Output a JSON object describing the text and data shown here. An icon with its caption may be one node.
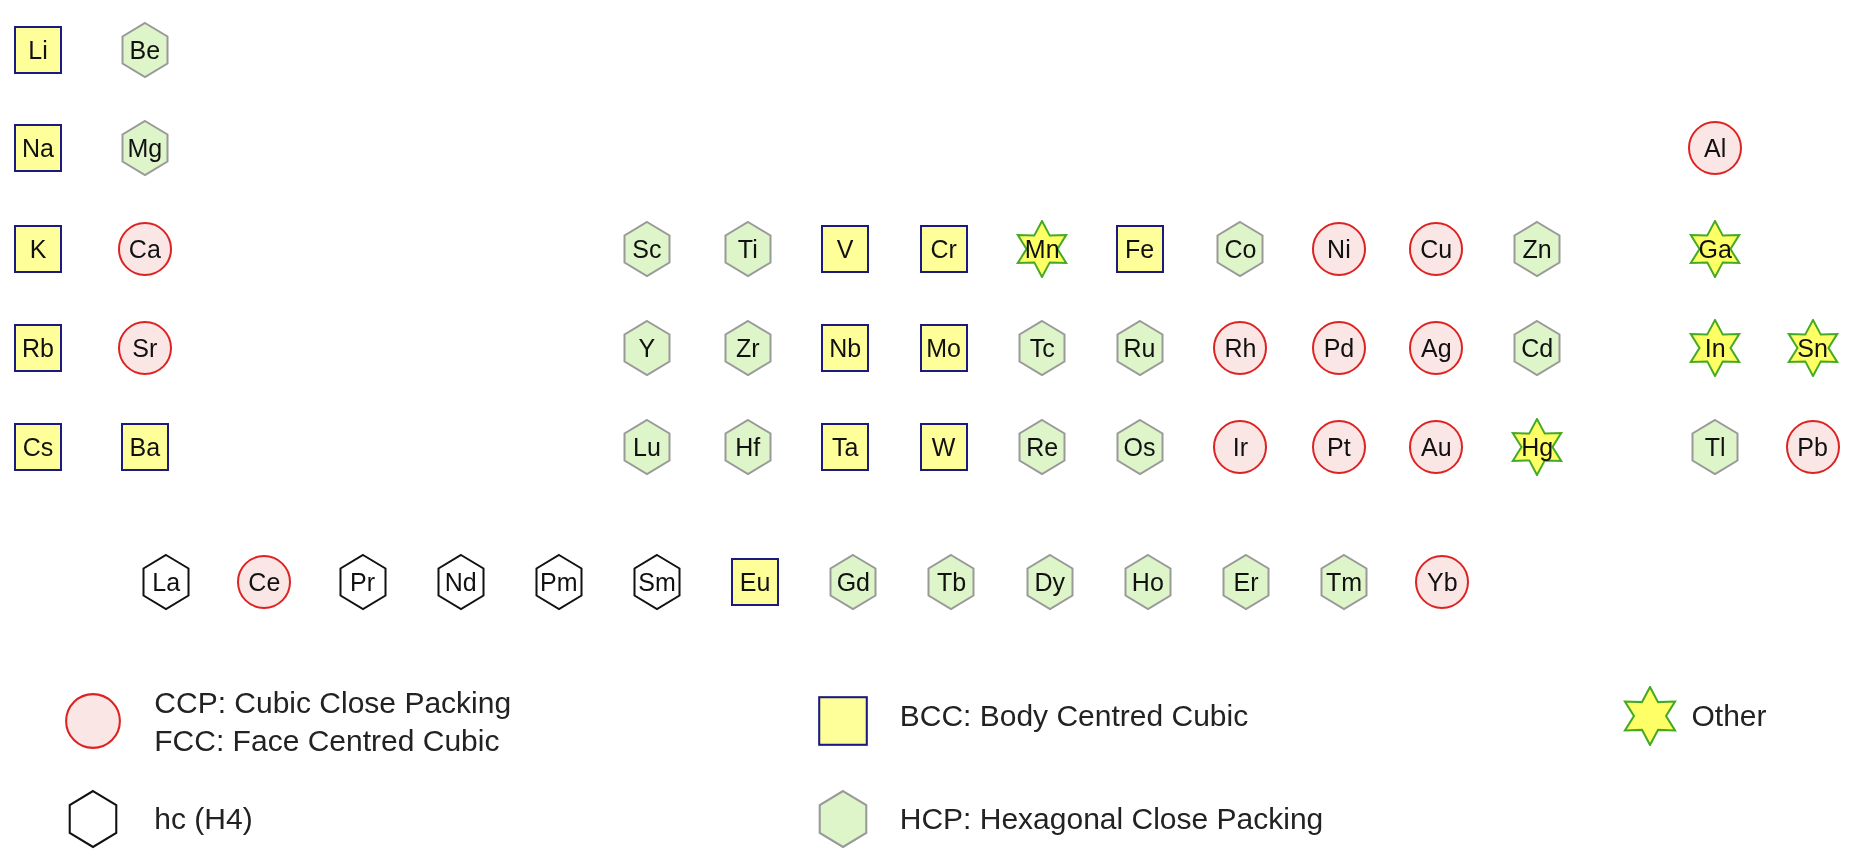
{
  "diagram": {
    "nodes": [
      {
        "text": [
          "Li"
        ]
      },
      {
        "text": [
          "Be"
        ]
      },
      {
        "text": [
          "Na"
        ]
      },
      {
        "text": [
          "Mg"
        ]
      },
      {
        "text": [
          "Al"
        ]
      },
      {
        "text": [
          "K"
        ]
      },
      {
        "text": [
          "Ca"
        ]
      },
      {
        "text": [
          "Sc"
        ]
      },
      {
        "text": [
          "Ti"
        ]
      },
      {
        "text": [
          "V"
        ]
      },
      {
        "text": [
          "Cr"
        ]
      },
      {
        "text": [
          "Mn"
        ]
      },
      {
        "text": [
          "Fe"
        ]
      },
      {
        "text": [
          "Co"
        ]
      },
      {
        "text": [
          "Ni"
        ]
      },
      {
        "text": [
          "Cu"
        ]
      },
      {
        "text": [
          "Zn"
        ]
      },
      {
        "text": [
          "Ga"
        ]
      },
      {
        "text": [
          "Rb"
        ]
      },
      {
        "text": [
          "Sr"
        ]
      },
      {
        "text": [
          "Y"
        ]
      },
      {
        "text": [
          "Zr"
        ]
      },
      {
        "text": [
          "Nb"
        ]
      },
      {
        "text": [
          "Mo"
        ]
      },
      {
        "text": [
          "Tc"
        ]
      },
      {
        "text": [
          "Ru"
        ]
      },
      {
        "text": [
          "Rh"
        ]
      },
      {
        "text": [
          "Pd"
        ]
      },
      {
        "text": [
          "Ag"
        ]
      },
      {
        "text": [
          "Cd"
        ]
      },
      {
        "text": [
          "In"
        ]
      },
      {
        "text": [
          "Sn"
        ]
      },
      {
        "text": [
          "Cs"
        ]
      },
      {
        "text": [
          "Ba"
        ]
      },
      {
        "text": [
          "Lu"
        ]
      },
      {
        "text": [
          "Hf"
        ]
      },
      {
        "text": [
          "Ta"
        ]
      },
      {
        "text": [
          "W"
        ]
      },
      {
        "text": [
          "Re"
        ]
      },
      {
        "text": [
          "Os"
        ]
      },
      {
        "text": [
          "Ir"
        ]
      },
      {
        "text": [
          "Pt"
        ]
      },
      {
        "text": [
          "Au"
        ]
      },
      {
        "text": [
          "Hg"
        ]
      },
      {
        "text": [
          "Tl"
        ]
      },
      {
        "text": [
          "Pb"
        ]
      },
      {
        "text": [
          "La"
        ]
      },
      {
        "text": [
          "Ce"
        ]
      },
      {
        "text": [
          "Pr"
        ]
      },
      {
        "text": [
          "Nd"
        ]
      },
      {
        "text": [
          "Pm"
        ]
      },
      {
        "text": [
          "Sm"
        ]
      },
      {
        "text": [
          "Eu"
        ]
      },
      {
        "text": [
          "Gd"
        ]
      },
      {
        "text": [
          "Tb"
        ]
      },
      {
        "text": [
          "Dy"
        ]
      },
      {
        "text": [
          "Ho"
        ]
      },
      {
        "text": [
          "Er"
        ]
      },
      {
        "text": [
          "Tm"
        ]
      },
      {
        "text": [
          "Yb"
        ]
      }
    ],
    "legend": [
      {
        "text": "CCP: Cubic Close Packing"
      },
      {
        "text": "FCC: Face Centred Cubic"
      },
      {
        "text": "BCC: Body Centred Cubic"
      },
      {
        "text": "Other"
      },
      {
        "text": "hc (H4)"
      },
      {
        "text": "HCP: Hexagonal Close Packing"
      }
    ]
  }
}
